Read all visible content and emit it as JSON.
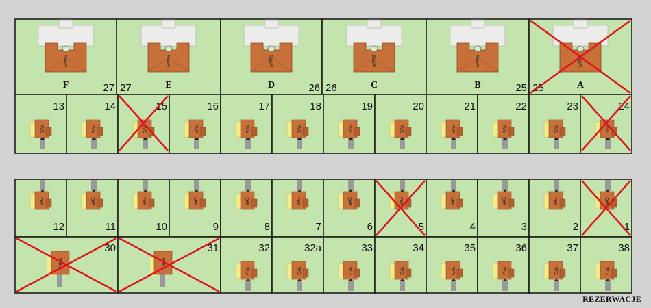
{
  "legend": {
    "reserved_label": "REZERWACJE"
  },
  "colors": {
    "lot": "#c3e5ad",
    "border": "#111111",
    "roof": "#c8703a",
    "porch": "#f2ec8a",
    "reserved_mark": "#e0141c",
    "road": "#d3d3d3"
  },
  "row_a": [
    {
      "label": "F",
      "num": "27",
      "house": "MWG",
      "reserved": false
    },
    {
      "label": "E",
      "num": "27",
      "house": "MWG",
      "reserved": false
    },
    {
      "label": "D",
      "num": "26",
      "house": "MWG",
      "reserved": false
    },
    {
      "label": "C",
      "num": "26",
      "house": "MWG",
      "reserved": false
    },
    {
      "label": "B",
      "num": "25",
      "house": "MWG",
      "reserved": false
    },
    {
      "label": "A",
      "num": "25",
      "house": "MWG",
      "reserved": true
    }
  ],
  "row_b": [
    {
      "num": "13",
      "house": "WG",
      "reserved": false
    },
    {
      "num": "14",
      "house": "WG",
      "reserved": false
    },
    {
      "num": "15",
      "house": "WG",
      "reserved": true
    },
    {
      "num": "16",
      "house": "WG",
      "reserved": false
    },
    {
      "num": "17",
      "house": "WG",
      "reserved": false
    },
    {
      "num": "18",
      "house": "WG",
      "reserved": false
    },
    {
      "num": "19",
      "house": "WG",
      "reserved": false
    },
    {
      "num": "20",
      "house": "WG",
      "reserved": false
    },
    {
      "num": "21",
      "house": "WG",
      "reserved": false
    },
    {
      "num": "22",
      "house": "WG",
      "reserved": false
    },
    {
      "num": "23",
      "house": "WG",
      "reserved": false
    },
    {
      "num": "24",
      "house": "WG",
      "reserved": true
    }
  ],
  "row_c": [
    {
      "num": "12",
      "house": "WG",
      "reserved": false
    },
    {
      "num": "11",
      "house": "WG",
      "reserved": false
    },
    {
      "num": "10",
      "house": "WG",
      "reserved": false
    },
    {
      "num": "9",
      "house": "WG",
      "reserved": false
    },
    {
      "num": "8",
      "house": "WG",
      "reserved": false
    },
    {
      "num": "7",
      "house": "WG",
      "reserved": false
    },
    {
      "num": "6",
      "house": "WG",
      "reserved": false
    },
    {
      "num": "5",
      "house": "WG",
      "reserved": true
    },
    {
      "num": "4",
      "house": "WG",
      "reserved": false
    },
    {
      "num": "3",
      "house": "WG",
      "reserved": false
    },
    {
      "num": "2",
      "house": "WG",
      "reserved": false
    },
    {
      "num": "1",
      "house": "WG",
      "reserved": true
    }
  ],
  "row_d": [
    {
      "num": "30",
      "house": "WBG",
      "reserved": true
    },
    {
      "num": "31",
      "house": "WBG",
      "reserved": true
    },
    {
      "num": "32",
      "house": "WG",
      "reserved": false
    },
    {
      "num": "32a",
      "house": "WG",
      "reserved": false
    },
    {
      "num": "33",
      "house": "WG",
      "reserved": false
    },
    {
      "num": "34",
      "house": "WG",
      "reserved": false
    },
    {
      "num": "35",
      "house": "WG",
      "reserved": false
    },
    {
      "num": "36",
      "house": "WG",
      "reserved": false
    },
    {
      "num": "37",
      "house": "WG",
      "reserved": false
    },
    {
      "num": "38",
      "house": "WG",
      "reserved": false
    }
  ]
}
